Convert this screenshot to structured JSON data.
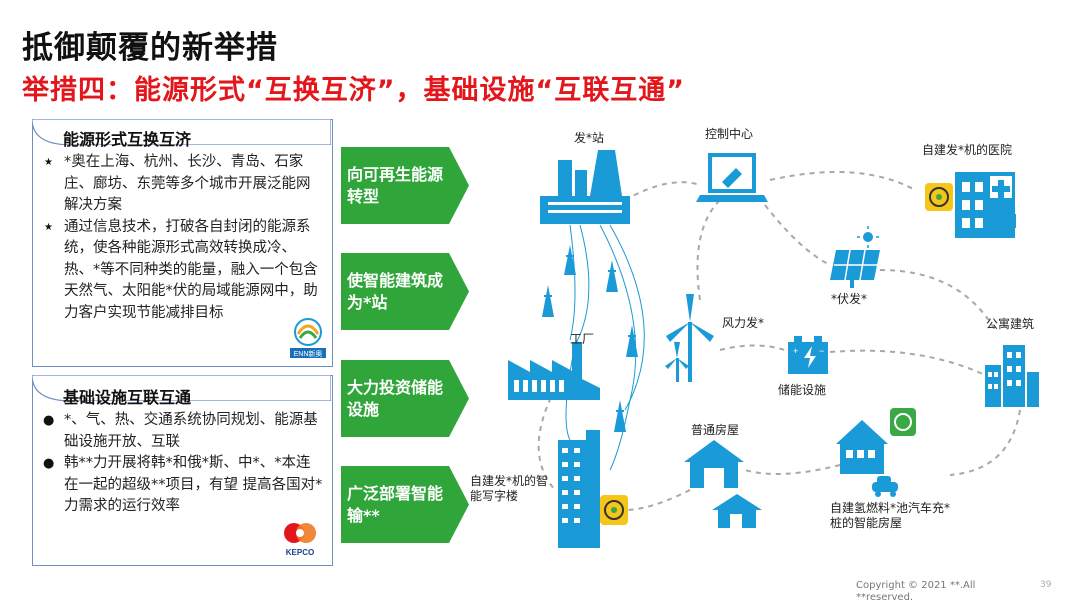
{
  "title": "抵御颠覆的新举措",
  "subtitle": "举措四：能源形式“互换互济”，基础设施“互联互通”",
  "panel_energy": {
    "heading": "能源形式互换互济",
    "bullets": [
      "*奥在上海、杭州、长沙、青岛、石家庄、廊坊、东莞等多个城市开展泛能网解决方案",
      "通过信息技术，打破各自封闭的能源系统，使各种能源形式高效转换成冷、热、*等不同种类的能量，融入一个包含天然气、太阳能*伏的局域能源网中，助力客户实现节能减排目标"
    ],
    "logo_text": "ENN新奥"
  },
  "panel_infra": {
    "heading": "基础设施互联互通",
    "bullets": [
      "*、气、热、交通系统协同规划、能源基础设施开放、互联",
      "韩**力开展将韩*和俄*斯、中*、*本连在一起的超级**项目，有望 提高各国对*力需求的运行效率"
    ],
    "logo_text": "KEPCO"
  },
  "arrows": [
    "向可再生能源转型",
    "使智能建筑成为*站",
    "大力投资储能设施",
    "广泛部署智能输**"
  ],
  "diagram_labels": {
    "power_station": "发*站",
    "control_center": "控制中心",
    "hospital": "自建发*机的医院",
    "pv": "*伏发*",
    "factory": "工厂",
    "wind": "风力发*",
    "storage": "储能设施",
    "apartment": "公寓建筑",
    "house": "普通房屋",
    "office": "自建发*机的智能写字楼",
    "hydrogen_home": "自建氢燃料*池汽车充*桩的智能房屋"
  },
  "colors": {
    "accent_red": "#e3161b",
    "green": "#2fa53a",
    "icon_blue": "#1a9ad6",
    "border_blue": "#6d8fc2",
    "badge_yellow": "#f5c518"
  },
  "footer": {
    "copyright_line1": "Copyright © 2021 **.All",
    "copyright_line2": "**reserved.",
    "page_number": "39"
  }
}
